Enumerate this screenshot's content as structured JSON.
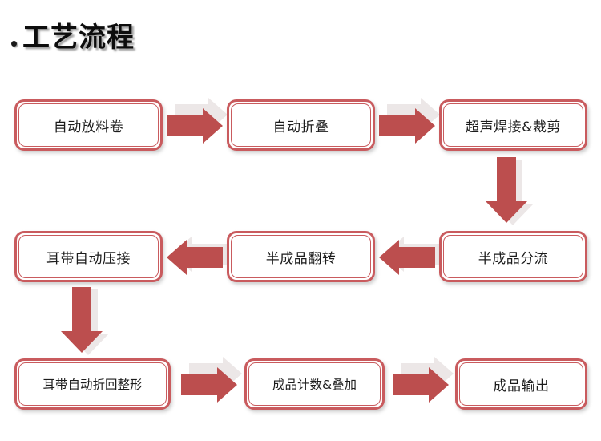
{
  "title": {
    "bullet": "•",
    "text": "工艺流程"
  },
  "colors": {
    "box_border": "#c95b5e",
    "arrow_fill": "#bc4e4e",
    "arrow_shadow": "#e9e4e4",
    "box_background": "#ffffff",
    "title_text": "#0d0d0d",
    "page_background": "#ffffff"
  },
  "flow": {
    "rows": [
      {
        "name": "row-1",
        "direction": "left-to-right",
        "steps": [
          {
            "id": "step-1",
            "label": "自动放料卷"
          },
          {
            "id": "step-2",
            "label": "自动折叠"
          },
          {
            "id": "step-3",
            "label": "超声焊接&裁剪"
          }
        ]
      },
      {
        "name": "row-2",
        "direction": "right-to-left",
        "steps": [
          {
            "id": "step-6",
            "label": "耳带自动压接"
          },
          {
            "id": "step-5",
            "label": "半成品翻转"
          },
          {
            "id": "step-4",
            "label": "半成品分流"
          }
        ]
      },
      {
        "name": "row-3",
        "direction": "left-to-right",
        "steps": [
          {
            "id": "step-7",
            "label": "耳带自动折回整形"
          },
          {
            "id": "step-8",
            "label": "成品计数&叠加"
          },
          {
            "id": "step-9",
            "label": "成品输出"
          }
        ]
      }
    ],
    "connectors": [
      {
        "id": "arrow-r1-1",
        "type": "arrow-right-icon"
      },
      {
        "id": "arrow-r1-2",
        "type": "arrow-right-icon"
      },
      {
        "id": "arrow-right-down",
        "type": "arrow-down-icon"
      },
      {
        "id": "arrow-r2-1",
        "type": "arrow-left-icon"
      },
      {
        "id": "arrow-r2-2",
        "type": "arrow-left-icon"
      },
      {
        "id": "arrow-left-down",
        "type": "arrow-down-icon"
      },
      {
        "id": "arrow-r3-1",
        "type": "arrow-right-icon"
      },
      {
        "id": "arrow-r3-2",
        "type": "arrow-right-icon"
      }
    ]
  }
}
